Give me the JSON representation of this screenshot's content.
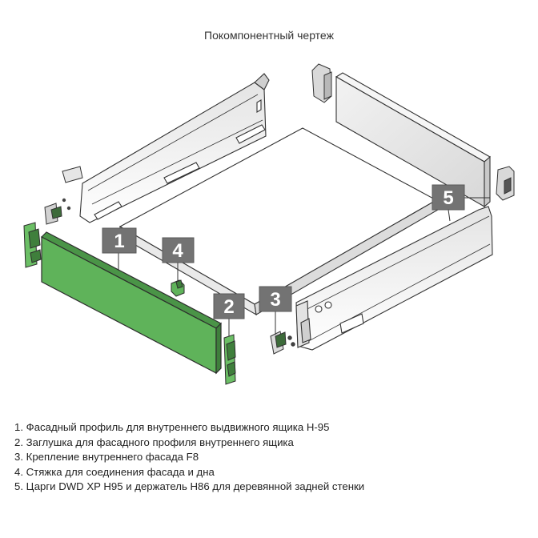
{
  "title": "Покомпонентный чертеж",
  "callouts": [
    {
      "number": "1"
    },
    {
      "number": "2"
    },
    {
      "number": "3"
    },
    {
      "number": "4"
    },
    {
      "number": "5"
    }
  ],
  "legend": [
    "1. Фасадный профиль для внутреннего выдвижного ящика H-95",
    "2. Заглушка для фасадного профиля внутреннего ящика",
    "3. Крепление внутреннего фасада F8",
    "4. Стяжка для соединения фасада и дна",
    "5. Царги DWD XP H95 и держатель H86 для деревянной задней стенки"
  ],
  "colors": {
    "accent_green": "#5fb35a",
    "callout_gray": "#737373",
    "line": "#333333"
  }
}
